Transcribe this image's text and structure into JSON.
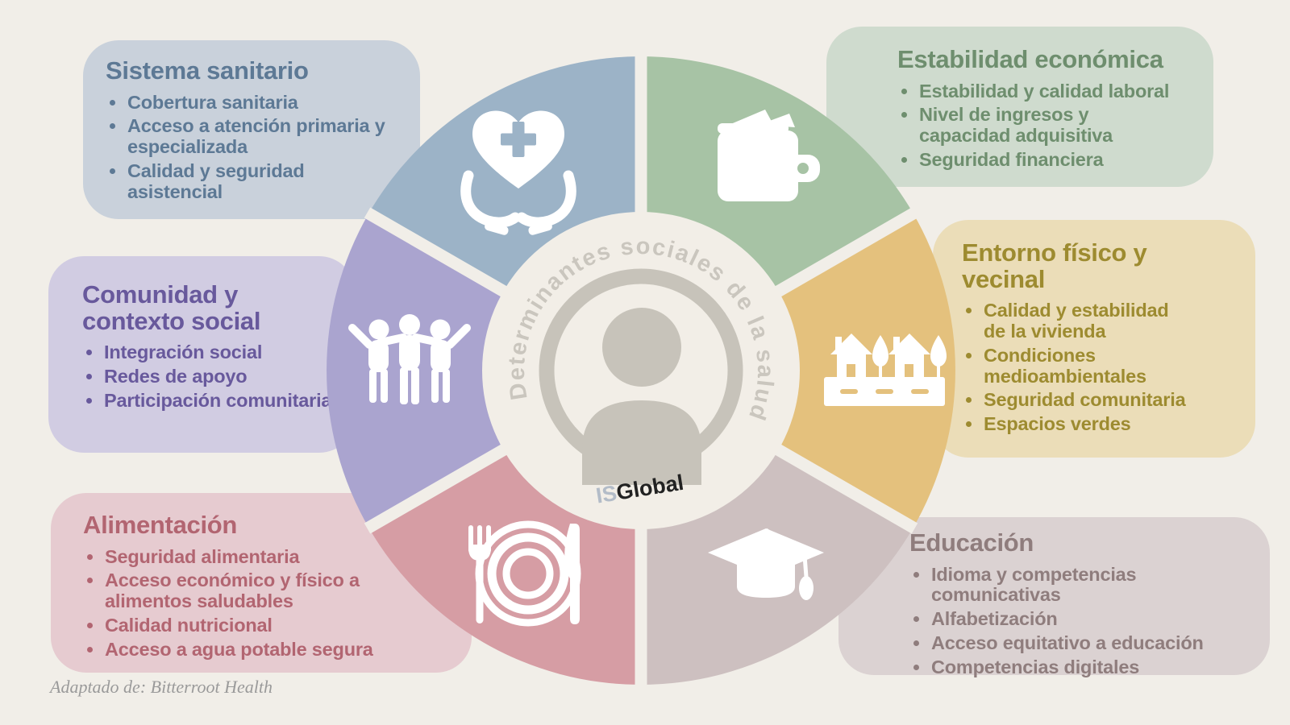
{
  "canvas": {
    "background": "#f1eee8"
  },
  "center": {
    "curved_title": "Determinantes sociales de la salud",
    "logo": {
      "is": "IS",
      "global": "Global"
    },
    "ring_color": "#c7c3ba",
    "inner_circle_color": "#f2eee7",
    "logo_is_color": "#b3bcc8",
    "logo_global_color": "#222222"
  },
  "footer": {
    "credit": "Adaptado de: Bitterroot Health"
  },
  "sections": [
    {
      "id": "sistema-sanitario",
      "title": "Sistema sanitario",
      "text_color": "#5d7995",
      "box_color": "#c9d1db",
      "wedge_color": "#9cb3c7",
      "icon": "heart-in-hands",
      "items": [
        "Cobertura sanitaria",
        "Acceso a atención primaria y\nespecializada",
        "Calidad y seguridad\nasistencial"
      ]
    },
    {
      "id": "estabilidad-economica",
      "title": "Estabilidad económica",
      "text_color": "#6e8e6e",
      "box_color": "#cfdbce",
      "wedge_color": "#a7c3a5",
      "icon": "wallet",
      "items": [
        "Estabilidad y calidad laboral",
        "Nivel de ingresos y\ncapacidad adquisitiva",
        "Seguridad financiera"
      ]
    },
    {
      "id": "entorno-fisico-vecinal",
      "title": "Entorno físico y\nvecinal",
      "text_color": "#9d8b30",
      "box_color": "#ebddb8",
      "wedge_color": "#e4c17d",
      "icon": "neighborhood-houses",
      "items": [
        "Calidad y estabilidad\nde la vivienda",
        "Condiciones\nmedioambientales",
        "Seguridad comunitaria",
        "Espacios verdes"
      ]
    },
    {
      "id": "educacion",
      "title": "Educación",
      "text_color": "#8f7d7d",
      "box_color": "#dbd2d2",
      "wedge_color": "#cdc0c0",
      "icon": "graduation-cap",
      "items": [
        "Idioma y competencias\ncomunicativas",
        "Alfabetización",
        "Acceso equitativo a educación",
        "Competencias digitales"
      ]
    },
    {
      "id": "alimentacion",
      "title": "Alimentación",
      "text_color": "#b26571",
      "box_color": "#e6cbd0",
      "wedge_color": "#d69da4",
      "icon": "meal-plate",
      "items": [
        "Seguridad alimentaria",
        "Acceso económico y físico a\nalimentos saludables",
        "Calidad nutricional",
        "Acceso a agua potable segura"
      ]
    },
    {
      "id": "comunidad-contexto-social",
      "title": "Comunidad y\ncontexto social",
      "text_color": "#68599c",
      "box_color": "#d1cce2",
      "wedge_color": "#aaa4cf",
      "icon": "people-group",
      "items": [
        "Integración social",
        "Redes de apoyo",
        "Participación comunitaria"
      ]
    }
  ]
}
